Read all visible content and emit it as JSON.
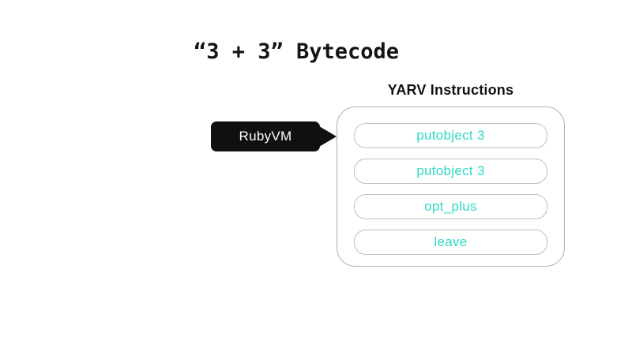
{
  "slide": {
    "title": "“3 + 3” Bytecode"
  },
  "diagram": {
    "heading": "YARV Instructions",
    "callout_label": "RubyVM",
    "instructions": [
      "putobject 3",
      "putobject 3",
      "opt_plus",
      "leave"
    ]
  },
  "colors": {
    "title-text": "#151515",
    "heading-text": "#111111",
    "instruction-text": "#2edac5",
    "instruction-border": "#bfbfbf",
    "container-border": "#b0b0b0",
    "callout-background": "#101010",
    "callout-text": "#ffffff"
  }
}
